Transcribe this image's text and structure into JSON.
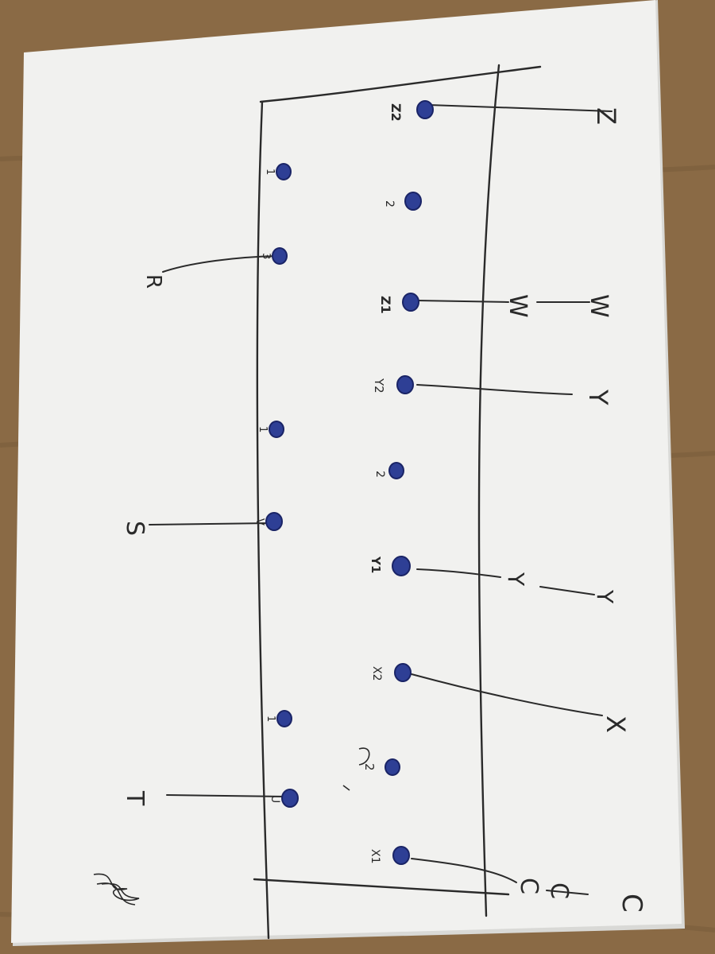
{
  "scene": {
    "colors": {
      "table": "#8a6a45",
      "table_dark": "#6e5233",
      "paper": "#f1f1ef",
      "paper_shadow": "#d9d9d6",
      "ink": "#2a2a2a",
      "dot": "#2e3f95",
      "dot_ring": "#1a2466"
    }
  },
  "handwriting": {
    "side_labels": {
      "R": "R",
      "S": "S",
      "T": "T",
      "Z": "Z",
      "W": "W",
      "W_bar": "W",
      "Y": "Y",
      "Y_bar": "Y",
      "Y_far": "Y",
      "X": "X",
      "C_bar": "C",
      "C_mid": "C",
      "C": "C"
    },
    "top_dot_labels": [
      "1",
      "3",
      "1",
      "V",
      "1",
      "U"
    ],
    "bottom_dot_labels": [
      "Z2",
      "2",
      "Z1",
      "Y2",
      "2",
      "Y1",
      "X2",
      "2",
      "X1"
    ]
  }
}
